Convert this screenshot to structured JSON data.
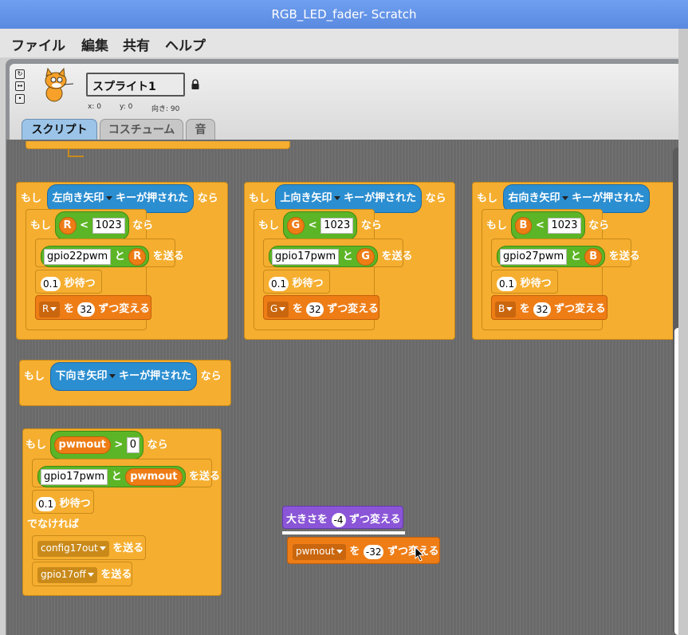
{
  "window": {
    "title": "RGB_LED_fader- Scratch"
  },
  "menu": {
    "file": "ファイル",
    "edit": "編集",
    "share": "共有",
    "help": "ヘルプ"
  },
  "sprite": {
    "name": "スプライト1",
    "x": "x: 0",
    "y": "y: 0",
    "dir": "向き: 90"
  },
  "tabs": {
    "scripts": "スクリプト",
    "costumes": "コスチューム",
    "sounds": "音"
  },
  "kw": {
    "if": "もし",
    "then": "なら",
    "pressed": "キーが押された",
    "lt": "<",
    "gt": ">",
    "and": "と",
    "send": "を送る",
    "wait": "秒待つ",
    "wo": "を",
    "changeby": "ずつ変える",
    "else": "でなければ",
    "size_change": "大きさを",
    "size_by": "ずつ変える"
  },
  "s1": {
    "key": "左向き矢印",
    "var": "R",
    "limit": "1023",
    "out": "gpio22pwm",
    "wait": "0.1",
    "step": "32"
  },
  "s2": {
    "key": "上向き矢印",
    "var": "G",
    "limit": "1023",
    "out": "gpio17pwm",
    "wait": "0.1",
    "step": "32"
  },
  "s3": {
    "key": "右向き矢印",
    "var": "B",
    "limit": "1023",
    "out": "gpio27pwm",
    "wait": "0.1",
    "step": "32"
  },
  "s4": {
    "key": "下向き矢印"
  },
  "s5": {
    "var": "pwmout",
    "cmp": "0",
    "out": "gpio17pwm",
    "wait": "0.1",
    "msg1": "config17out",
    "msg2": "gpio17off"
  },
  "s6": {
    "size": "-4",
    "var": "pwmout",
    "step": "-32"
  }
}
